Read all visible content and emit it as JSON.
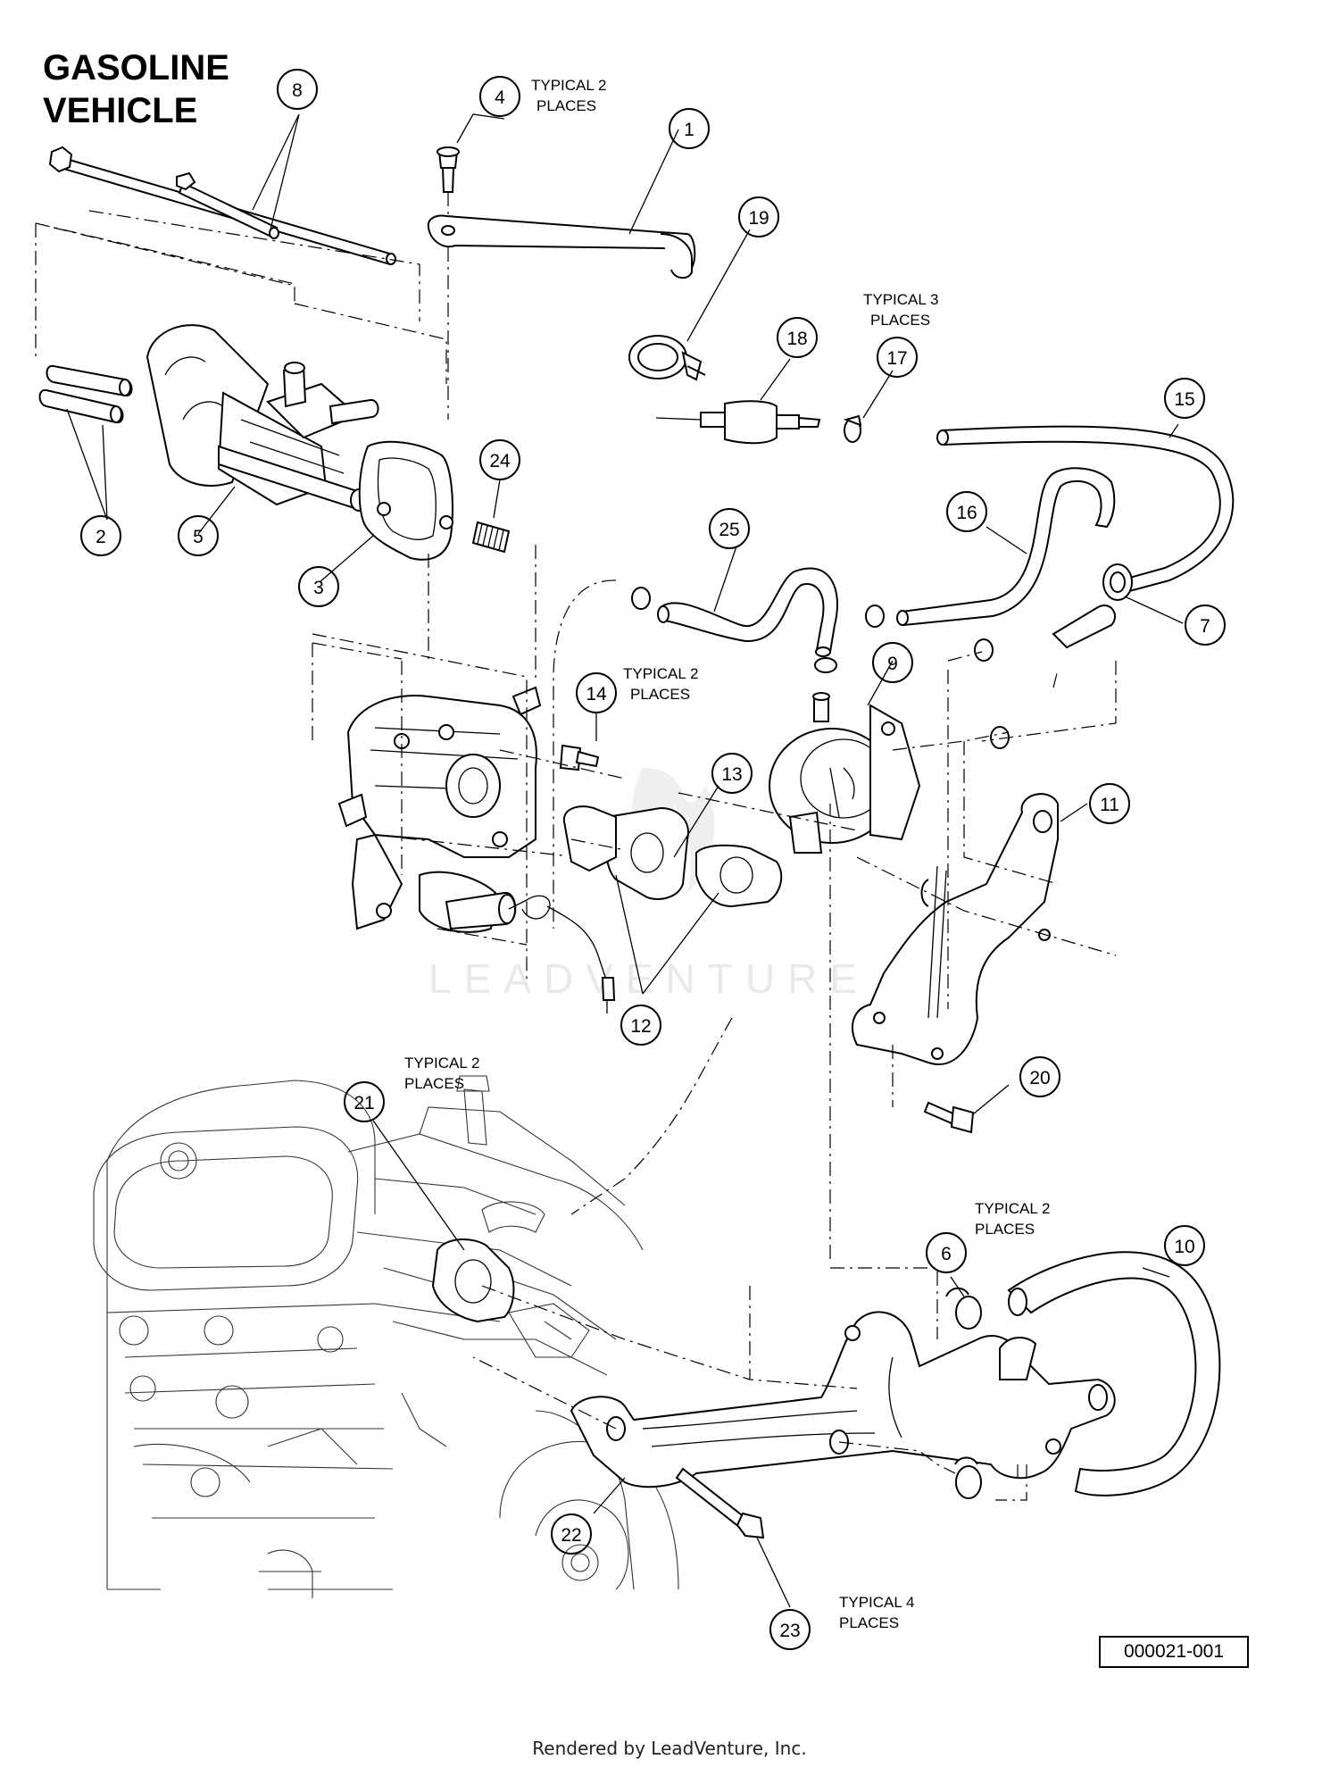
{
  "diagram": {
    "title_line1": "GASOLINE",
    "title_line2": "VEHICLE",
    "diagram_id": "000021-001",
    "footer": "Rendered by LeadVenture, Inc.",
    "watermark": "LEADVENTURE",
    "callouts": [
      {
        "id": "c1",
        "label": "1"
      },
      {
        "id": "c2",
        "label": "2"
      },
      {
        "id": "c3",
        "label": "3"
      },
      {
        "id": "c4",
        "label": "4"
      },
      {
        "id": "c5",
        "label": "5"
      },
      {
        "id": "c6",
        "label": "6"
      },
      {
        "id": "c7",
        "label": "7"
      },
      {
        "id": "c8",
        "label": "8"
      },
      {
        "id": "c9",
        "label": "9"
      },
      {
        "id": "c10",
        "label": "10"
      },
      {
        "id": "c11",
        "label": "11"
      },
      {
        "id": "c12",
        "label": "12"
      },
      {
        "id": "c13",
        "label": "13"
      },
      {
        "id": "c14",
        "label": "14"
      },
      {
        "id": "c15",
        "label": "15"
      },
      {
        "id": "c16",
        "label": "16"
      },
      {
        "id": "c17",
        "label": "17"
      },
      {
        "id": "c18",
        "label": "18"
      },
      {
        "id": "c19",
        "label": "19"
      },
      {
        "id": "c20",
        "label": "20"
      },
      {
        "id": "c21",
        "label": "21"
      },
      {
        "id": "c22",
        "label": "22"
      },
      {
        "id": "c23",
        "label": "23"
      },
      {
        "id": "c24",
        "label": "24"
      },
      {
        "id": "c25",
        "label": "25"
      }
    ],
    "notes": [
      {
        "id": "n4",
        "line1": "TYPICAL 2",
        "line2": "PLACES"
      },
      {
        "id": "n17",
        "line1": "TYPICAL 3",
        "line2": "PLACES"
      },
      {
        "id": "n14",
        "line1": "TYPICAL 2",
        "line2": "PLACES"
      },
      {
        "id": "n21",
        "line1": "TYPICAL 2",
        "line2": "PLACES"
      },
      {
        "id": "n6",
        "line1": "TYPICAL 2",
        "line2": "PLACES"
      },
      {
        "id": "n23",
        "line1": "TYPICAL 4",
        "line2": "PLACES"
      }
    ]
  }
}
